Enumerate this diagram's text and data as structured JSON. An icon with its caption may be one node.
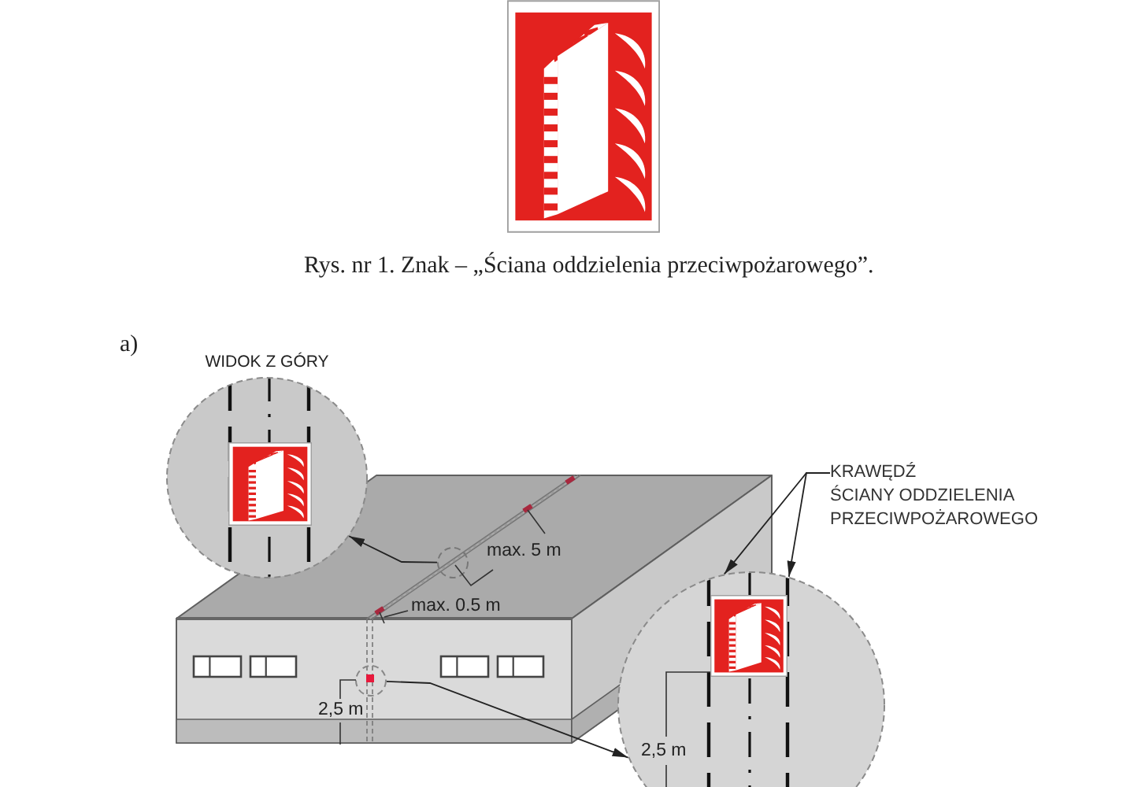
{
  "diagram": {
    "caption": "Rys. nr 1. Znak – „Ściana oddzielenia przeciwpożarowego”.",
    "nodes": [
      {
        "text": [
          "WIDOK Z GÓRY"
        ]
      },
      {
        "text": [
          "KRAWĘDŹ ŚCIANY ODDZIELENIA PRZECIWPOŻAROWEGO"
        ]
      },
      {
        "text": [],
        "shape": "circle"
      },
      {
        "text": [],
        "shape": "circle"
      },
      {
        "text": [],
        "shape": "circle"
      }
    ],
    "edges": [
      {
        "from": 2,
        "to": 0,
        "arrow": "to"
      },
      {
        "from": 3,
        "to": 4,
        "arrow": "to"
      },
      {
        "from": 1,
        "to": 4,
        "arrow": "to"
      },
      {
        "from": 1,
        "to": 4,
        "arrow": "to"
      }
    ],
    "labels": [
      "a)",
      "max. 5 m",
      "max. 0.5 m",
      "2,5 m",
      "2,5 m"
    ]
  }
}
